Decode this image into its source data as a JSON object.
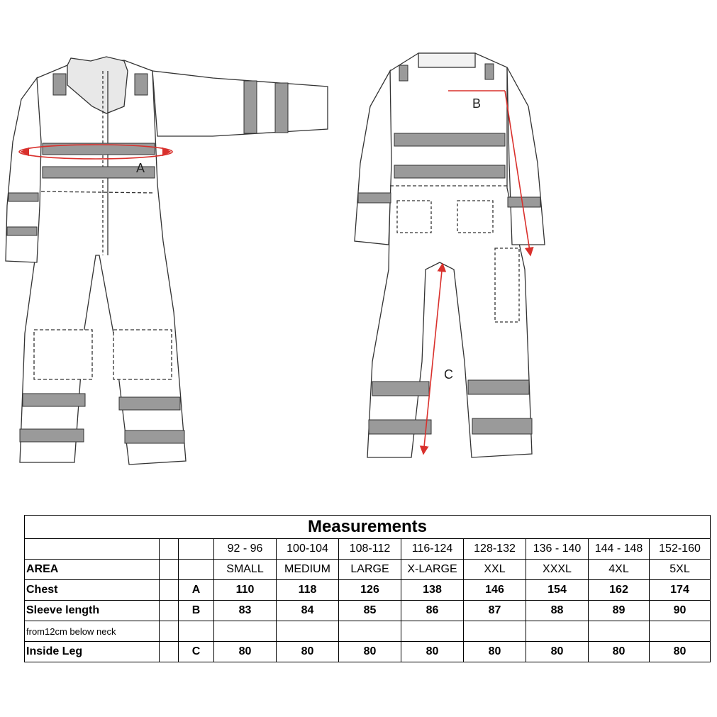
{
  "diagram": {
    "labels": {
      "a": "A",
      "b": "B",
      "c": "C"
    },
    "colors": {
      "outline": "#333333",
      "reflective": "#9a9a9a",
      "measure": "#d9302c"
    }
  },
  "table": {
    "title": "Measurements",
    "chest_sizes": [
      "92 - 96",
      "100-104",
      "108-112",
      "116-124",
      "128-132",
      "136 - 140",
      "144 - 148",
      "152-160"
    ],
    "area_label": "AREA",
    "size_names": [
      "SMALL",
      "MEDIUM",
      "LARGE",
      "X-LARGE",
      "XXL",
      "XXXL",
      "4XL",
      "5XL"
    ],
    "rows": [
      {
        "label": "Chest",
        "code": "A",
        "values": [
          "110",
          "118",
          "126",
          "138",
          "146",
          "154",
          "162",
          "174"
        ]
      },
      {
        "label": "Sleeve length",
        "code": "B",
        "values": [
          "83",
          "84",
          "85",
          "86",
          "87",
          "88",
          "89",
          "90"
        ]
      },
      {
        "label": "from12cm below  neck",
        "code": "",
        "values": [
          "",
          "",
          "",
          "",
          "",
          "",
          "",
          ""
        ]
      },
      {
        "label": "Inside Leg",
        "code": "C",
        "values": [
          "80",
          "80",
          "80",
          "80",
          "80",
          "80",
          "80",
          "80"
        ]
      }
    ]
  }
}
